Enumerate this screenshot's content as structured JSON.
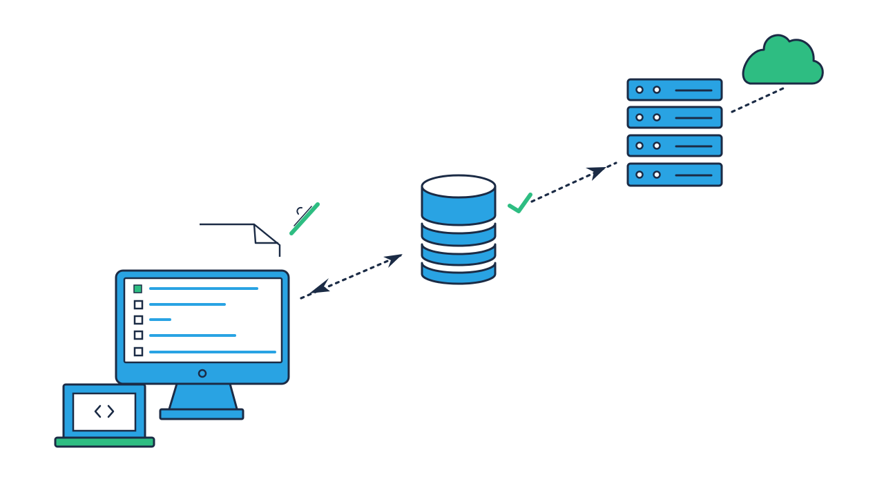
{
  "colors": {
    "outline": "#1b2b45",
    "blue": "#29a3e3",
    "green": "#2ebd82",
    "white": "#ffffff"
  },
  "nodes": [
    {
      "id": "desktop-monitor",
      "icon": "desktop-monitor-icon",
      "list_rows": 5
    },
    {
      "id": "laptop",
      "icon": "laptop-code-icon",
      "screen_glyph": "<>"
    },
    {
      "id": "document",
      "icon": "document-icon"
    },
    {
      "id": "pen",
      "icon": "pen-icon"
    },
    {
      "id": "database",
      "icon": "database-icon",
      "disks": 4
    },
    {
      "id": "server-rack",
      "icon": "server-rack-icon",
      "units": 4
    },
    {
      "id": "cloud",
      "icon": "cloud-icon"
    },
    {
      "id": "check",
      "icon": "check-icon"
    }
  ],
  "connections": [
    {
      "from": "desktop-monitor",
      "to": "database",
      "style": "dotted",
      "arrows": "both"
    },
    {
      "from": "database",
      "to": "server-rack",
      "style": "dotted",
      "arrows": "end"
    },
    {
      "from": "server-rack",
      "to": "cloud",
      "style": "dotted",
      "arrows": "none"
    }
  ]
}
